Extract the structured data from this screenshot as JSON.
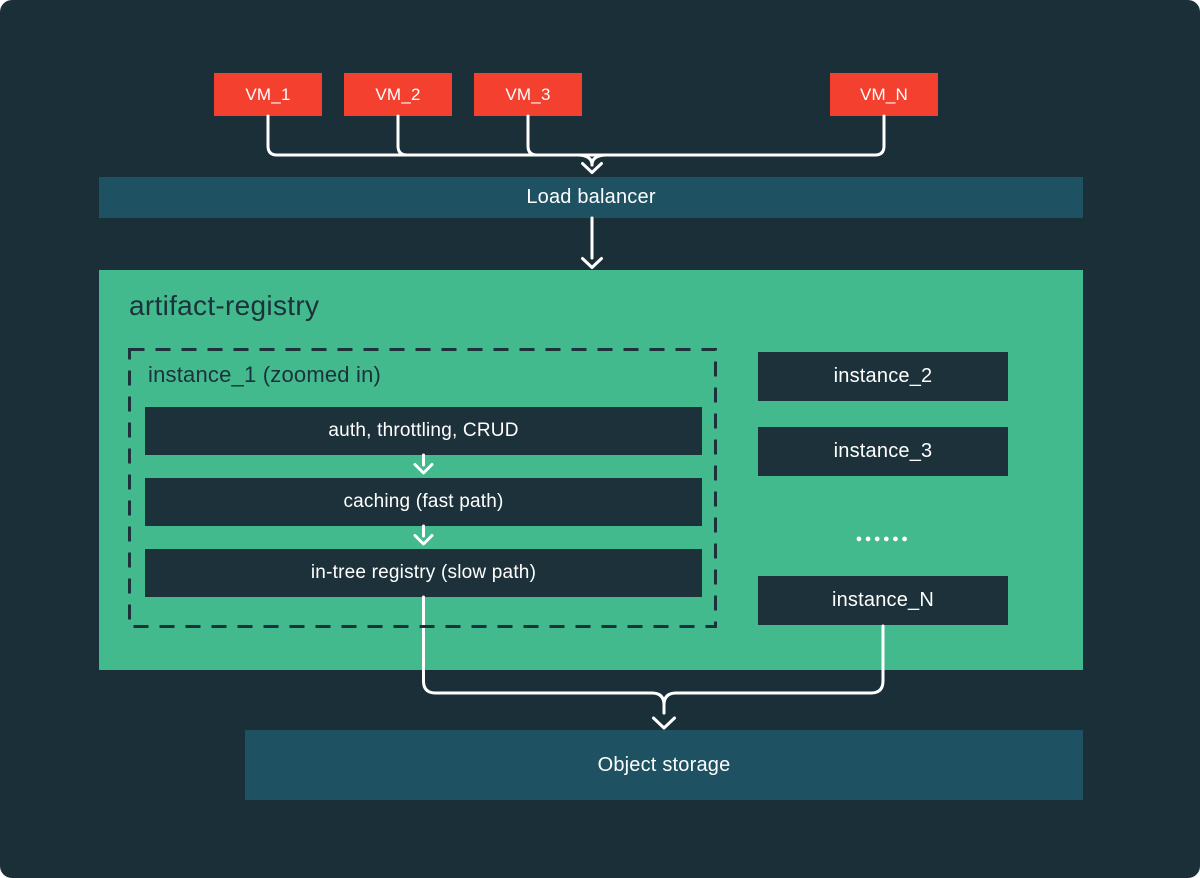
{
  "colors": {
    "background": "#1B2F38",
    "panel_green": "#42BA8E",
    "bar_teal": "#1E5262",
    "box_dark": "#1C313A",
    "vm_red": "#F4402E",
    "line_white": "#FFFFFF"
  },
  "vm_row": {
    "items": [
      {
        "label": "VM_1"
      },
      {
        "label": "VM_2"
      },
      {
        "label": "VM_3"
      },
      {
        "label": "VM_N"
      }
    ]
  },
  "load_balancer": {
    "label": "Load balancer"
  },
  "artifact_registry": {
    "title": "artifact-registry",
    "zoomed_instance": {
      "label": "instance_1 (zoomed in)",
      "stages": [
        {
          "label": "auth, throttling, CRUD"
        },
        {
          "label": "caching (fast path)"
        },
        {
          "label": "in-tree registry (slow path)"
        }
      ]
    },
    "other_instances": [
      {
        "label": "instance_2"
      },
      {
        "label": "instance_3"
      }
    ],
    "more_icon": "●●●●●●",
    "last_instance": {
      "label": "instance_N"
    }
  },
  "object_storage": {
    "label": "Object storage"
  }
}
